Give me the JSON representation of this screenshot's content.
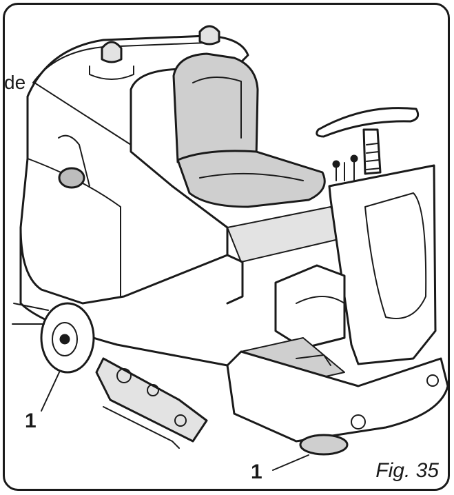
{
  "figure": {
    "fragment_text": "de",
    "callouts": [
      {
        "label": "1"
      },
      {
        "label": "1"
      }
    ],
    "caption": "Fig. 35"
  },
  "colors": {
    "ink": "#1a1a1a",
    "seat": "#cfcfcf",
    "shade": "#e3e3e3",
    "background": "#ffffff"
  }
}
